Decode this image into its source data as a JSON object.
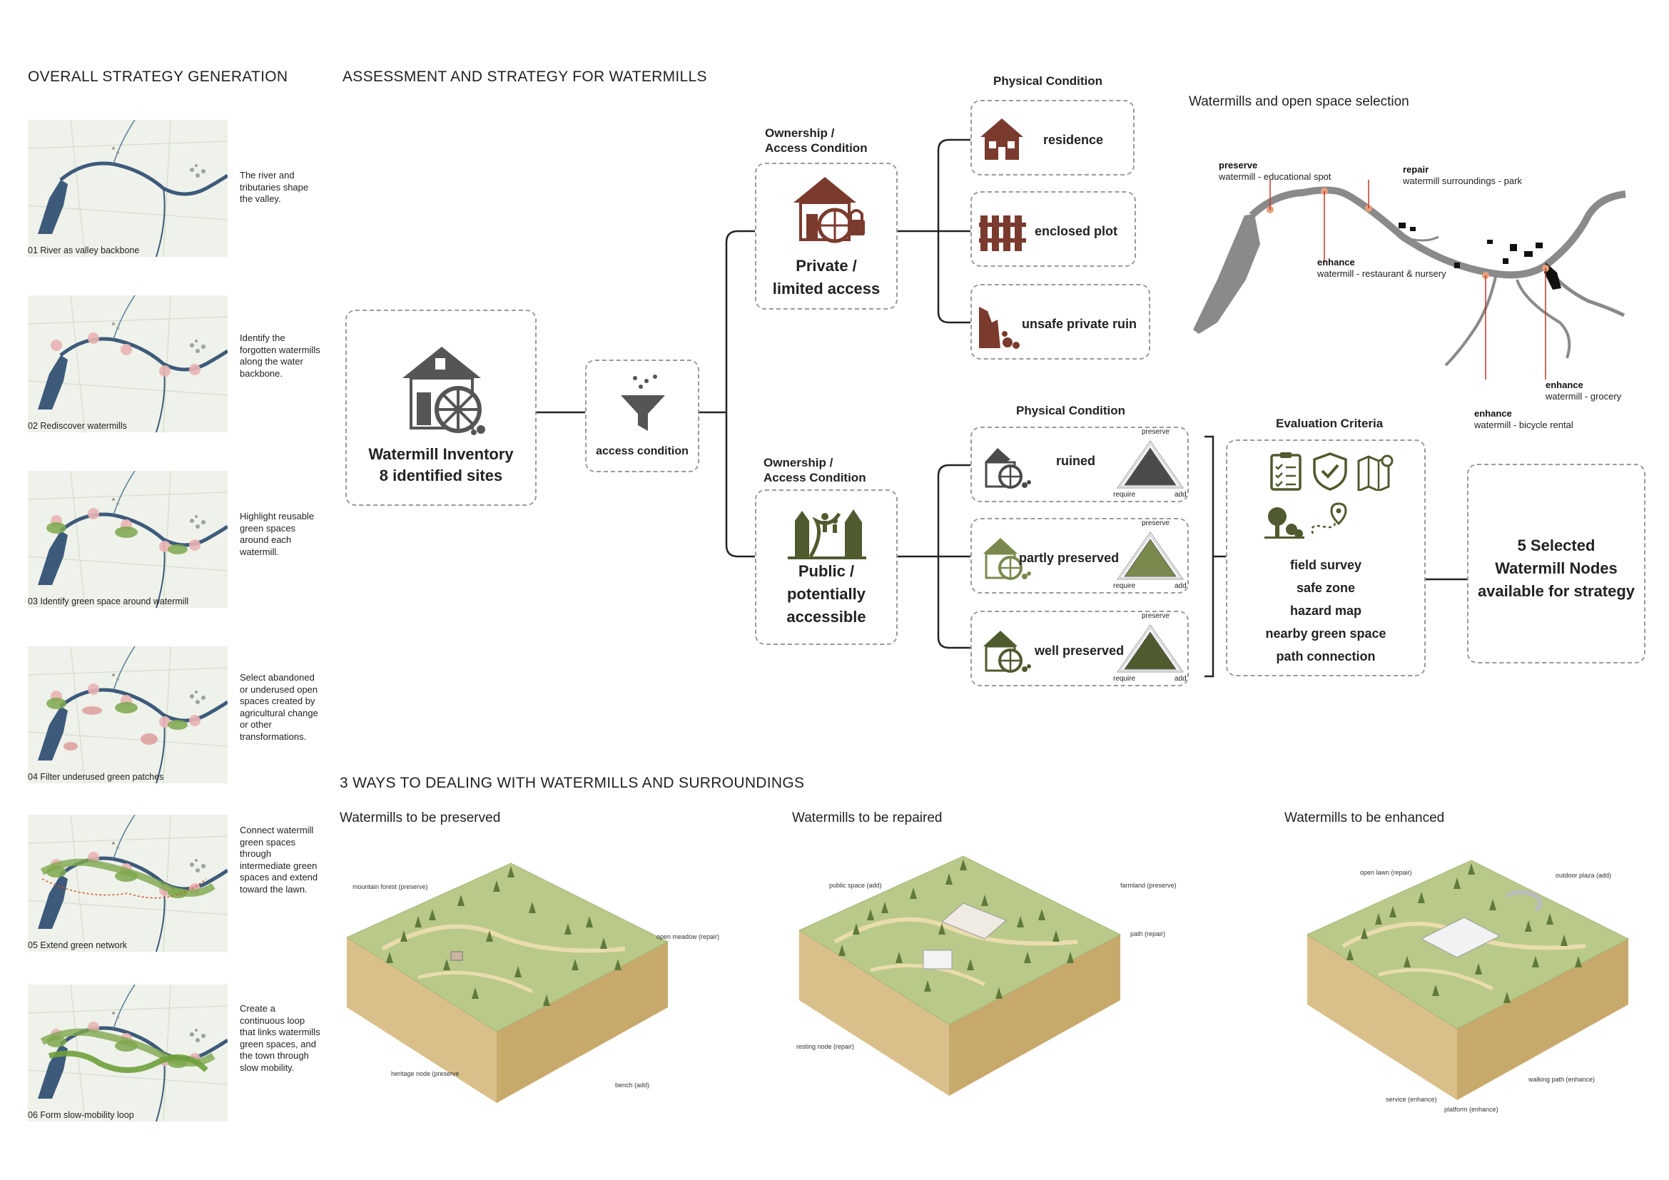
{
  "sections": {
    "overall": "OVERALL STRATEGY GENERATION",
    "assessment": "ASSESSMENT AND STRATEGY FOR WATERMILLS",
    "three_ways": "3 WAYS TO DEALING WITH WATERMILLS AND SURROUNDINGS"
  },
  "steps": [
    {
      "caption": "01 River as valley backbone",
      "desc": "The river and tributaries shape the valley."
    },
    {
      "caption": "02 Rediscover watermills",
      "desc": "Identify the forgotten watermills along the water backbone."
    },
    {
      "caption": "03 Identify green space around watermill",
      "desc": "Highlight reusable green spaces around each watermill."
    },
    {
      "caption": "04 Filter underused green patches",
      "desc": "Select abandoned or underused open spaces created by agricultural change or other transformations."
    },
    {
      "caption": "05 Extend green network",
      "desc": "Connect watermill green spaces through intermediate green spaces and extend toward the lawn."
    },
    {
      "caption": "06 Form slow-mobility loop",
      "desc": "Create a continuous loop that links watermills green spaces, and the town through slow mobility."
    }
  ],
  "inventory": {
    "line1": "Watermill Inventory",
    "line2": "8 identified sites"
  },
  "access": {
    "label": "access condition"
  },
  "private": {
    "heading1": "Ownership /",
    "heading2": "Access Condition",
    "line1": "Private /",
    "line2": "limited access",
    "physical_heading": "Physical Condition",
    "items": [
      "residence",
      "enclosed plot",
      "unsafe private ruin"
    ]
  },
  "public": {
    "heading1": "Ownership /",
    "heading2": "Access Condition",
    "line1": "Public /",
    "line2": "potentially",
    "line3": "accessible",
    "physical_heading": "Physical Condition",
    "items": [
      "ruined",
      "partly preserved",
      "well preserved"
    ],
    "triangle_labels": {
      "top": "preserve",
      "left": "require",
      "right": "add"
    }
  },
  "evaluation": {
    "heading": "Evaluation Criteria",
    "criteria": [
      "field survey",
      "safe zone",
      "hazard map",
      "nearby green space",
      "path connection"
    ]
  },
  "selected": {
    "line1": "5 Selected",
    "line2": "Watermill Nodes",
    "line3": "available for strategy"
  },
  "map": {
    "title": "Watermills and open space selection",
    "labels": [
      {
        "bold": "preserve",
        "text": "watermill - educational spot"
      },
      {
        "bold": "repair",
        "text": "watermill surroundings - park"
      },
      {
        "bold": "enhance",
        "text": "watermill - restaurant & nursery"
      },
      {
        "bold": "enhance",
        "text": "watermill - grocery"
      },
      {
        "bold": "enhance",
        "text": "watermill - bicycle rental"
      }
    ]
  },
  "ways": [
    {
      "title": "Watermills to be preserved",
      "labels": [
        "mountain forest (preserve)",
        "open meadow (repair)",
        "heritage node (preserve",
        "bench (add)"
      ]
    },
    {
      "title": "Watermills to be repaired",
      "labels": [
        "public space (add)",
        "farmland (preserve)",
        "path (repair)",
        "resting node (repair)"
      ]
    },
    {
      "title": "Watermills to be enhanced",
      "labels": [
        "open lawn (repair)",
        "outdoor plaza (add)",
        "walking path (enhance)",
        "service (enhance)",
        "platform (enhance)"
      ]
    }
  ],
  "colors": {
    "brown": "#7a3b2e",
    "olive": "#4f5a2e",
    "olive_light": "#7a8a4e",
    "gray_icon": "#555555",
    "river": "#3e5a7a",
    "accent_red": "#c0392b"
  }
}
